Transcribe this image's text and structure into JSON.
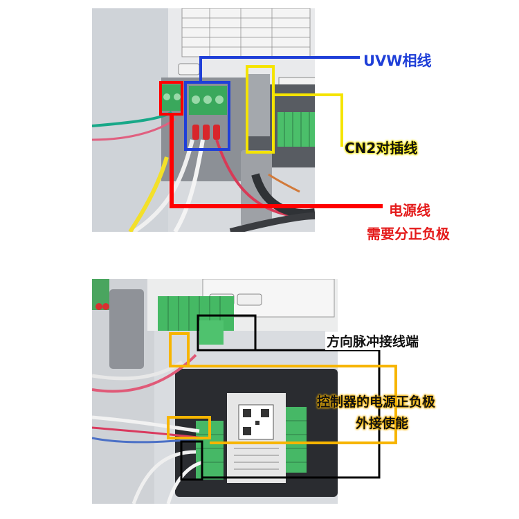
{
  "top_photo": {
    "annotations": {
      "uvw": "UVW相线",
      "cn2": "CN2对插线",
      "power_line1": "电源线",
      "power_line2": "需要分正负极"
    },
    "colors": {
      "blue": "#1f3fd8",
      "yellow": "#f5e400",
      "red": "#ff0000"
    }
  },
  "bottom_photo": {
    "annotations": {
      "direction_pulse": "方向脉冲接线端",
      "controller_power1": "控制器的电源正负极",
      "controller_power2": "外接使能"
    },
    "colors": {
      "black": "#000000",
      "orange": "#f7b500"
    }
  }
}
